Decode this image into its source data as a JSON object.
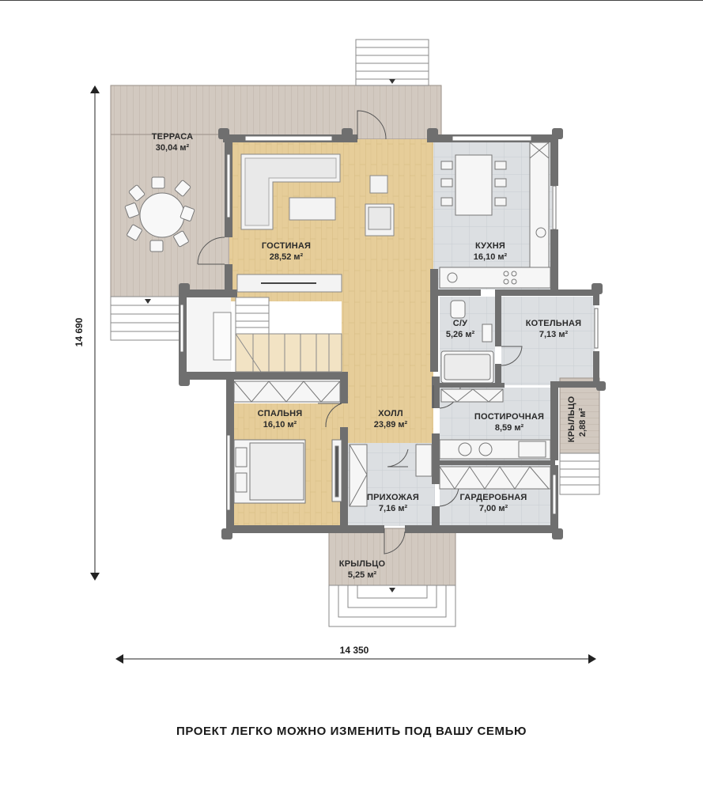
{
  "rooms": {
    "terrace": {
      "name": "ТЕРРАСА",
      "area": "30,04 м²"
    },
    "living": {
      "name": "ГОСТИНАЯ",
      "area": "28,52 м²"
    },
    "kitchen": {
      "name": "КУХНЯ",
      "area": "16,10 м²"
    },
    "bath": {
      "name": "С/У",
      "area": "5,26 м²"
    },
    "boiler": {
      "name": "КОТЕЛЬНАЯ",
      "area": "7,13 м²"
    },
    "bedroom": {
      "name": "СПАЛЬНЯ",
      "area": "16,10 м²"
    },
    "hall": {
      "name": "ХОЛЛ",
      "area": "23,89 м²"
    },
    "laundry": {
      "name": "ПОСТИРОЧНАЯ",
      "area": "8,59 м²"
    },
    "porch_side": {
      "name": "КРЫЛЬЦО",
      "area": "2,88 м²"
    },
    "entry": {
      "name": "ПРИХОЖАЯ",
      "area": "7,16 м²"
    },
    "wardrobe": {
      "name": "ГАРДЕРОБНАЯ",
      "area": "7,00 м²"
    },
    "porch_front": {
      "name": "КРЫЛЬЦО",
      "area": "5,25 м²"
    }
  },
  "dimensions": {
    "width": "14 350",
    "height": "14 690"
  },
  "tagline": "ПРОЕКТ ЛЕГКО МОЖНО ИЗМЕНИТЬ ПОД ВАШУ СЕМЬЮ",
  "colors": {
    "wall": "#6f6f6f",
    "wood_floor": "#e3c994",
    "deck": "#cfc6bd",
    "tile": "#d9dde0",
    "furniture": "#f4f4f4"
  }
}
